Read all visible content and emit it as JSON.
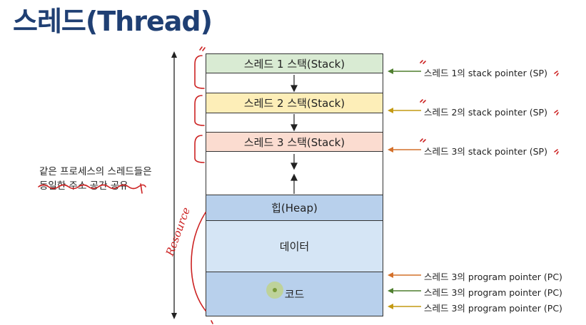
{
  "title": "스레드(Thread)",
  "memory_segments": [
    {
      "id": "stack1",
      "label": "스레드 1 스택(Stack)",
      "fill": "#d9ebd3"
    },
    {
      "id": "stack2",
      "label": "스레드 2 스택(Stack)",
      "fill": "#fdeeb8"
    },
    {
      "id": "stack3",
      "label": "스레드 3 스택(Stack)",
      "fill": "#fbdcd0"
    },
    {
      "id": "heap",
      "label": "힙(Heap)",
      "fill": "#b8d0ec"
    },
    {
      "id": "data",
      "label": "데이터",
      "fill": "#d5e5f5"
    },
    {
      "id": "code",
      "label": "코드",
      "fill": "#b8d0ec"
    }
  ],
  "stack_pointers": [
    {
      "label": "스레드 1의 stack pointer (SP)",
      "color": "#4f7f2f"
    },
    {
      "label": "스레드 2의 stack pointer (SP)",
      "color": "#c49a12"
    },
    {
      "label": "스레드 3의 stack pointer (SP)",
      "color": "#d4702a"
    }
  ],
  "program_pointers": [
    {
      "label": "스레드 3의 program pointer (PC)",
      "color": "#d4702a"
    },
    {
      "label": "스레드 3의 program pointer (PC)",
      "color": "#4f7f2f"
    },
    {
      "label": "스레드 3의 program pointer (PC)",
      "color": "#c49a12"
    }
  ],
  "side_note": {
    "line1": "같은 프로세스의 스레드들은",
    "line2": "동일한 주소 공간 공유"
  },
  "handwriting": {
    "resource": "Resource"
  },
  "colors": {
    "title": "#1f3f73",
    "annotation_red": "#cc2222"
  }
}
